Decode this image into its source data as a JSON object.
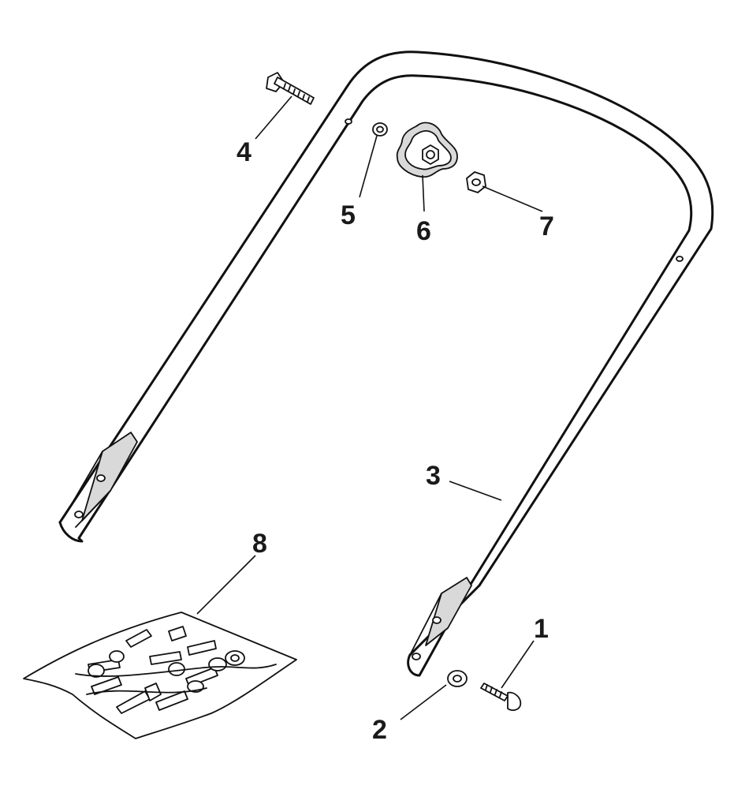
{
  "diagram": {
    "callouts": [
      {
        "id": "1",
        "label": "1",
        "part": "handle-bolt"
      },
      {
        "id": "2",
        "label": "2",
        "part": "washer"
      },
      {
        "id": "3",
        "label": "3",
        "part": "upper-handle"
      },
      {
        "id": "4",
        "label": "4",
        "part": "carriage-bolt"
      },
      {
        "id": "5",
        "label": "5",
        "part": "small-washer"
      },
      {
        "id": "6",
        "label": "6",
        "part": "star-knob"
      },
      {
        "id": "7",
        "label": "7",
        "part": "nut"
      },
      {
        "id": "8",
        "label": "8",
        "part": "hardware-bag"
      }
    ]
  }
}
